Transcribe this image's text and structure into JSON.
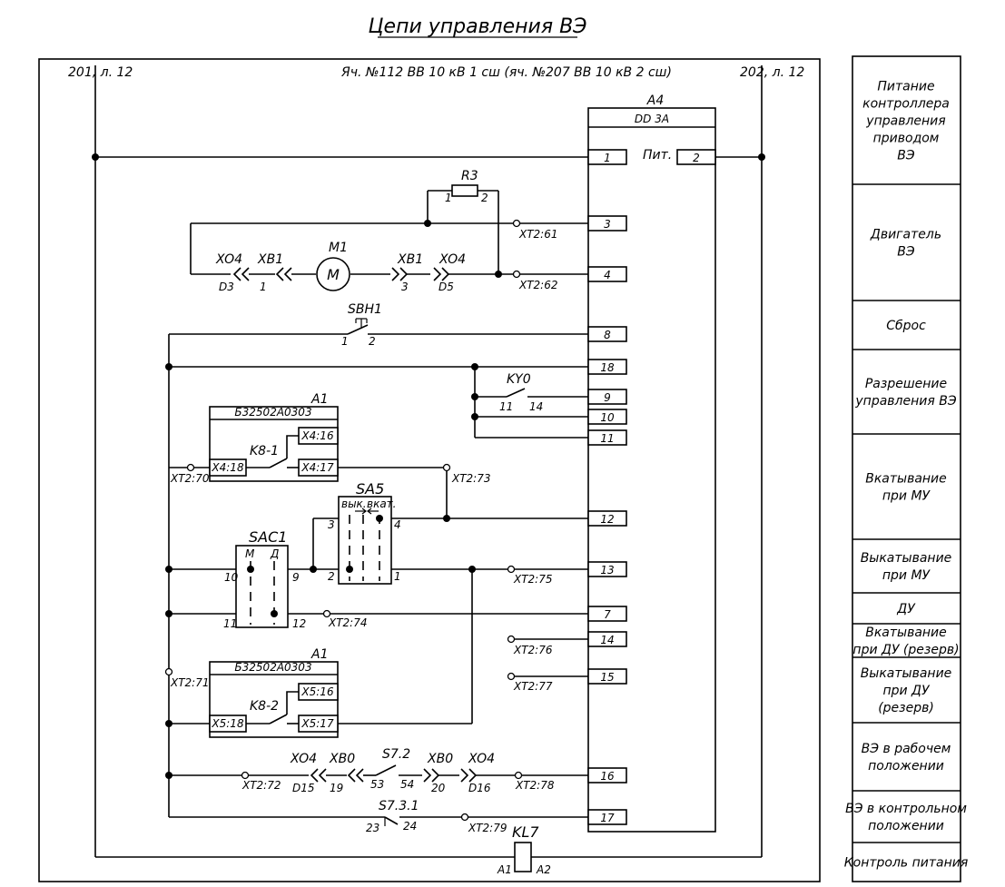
{
  "title": "Цепи управления ВЭ",
  "header": {
    "ref_left": "201, л. 12",
    "ref_right": "202, л. 12",
    "cell": "Яч. №112 ВВ 10 кВ 1 сш (яч. №207 ВВ 10 кВ 2 сш)"
  },
  "controller": {
    "designator": "A4",
    "model": "DD 3A",
    "power_label": "Пит.",
    "power_terminal": "2",
    "terminals": [
      "1",
      "3",
      "4",
      "8",
      "18",
      "9",
      "10",
      "11",
      "12",
      "13",
      "7",
      "14",
      "15",
      "16",
      "17"
    ]
  },
  "motor": {
    "designator": "M1",
    "symbol": "M"
  },
  "resistor": {
    "designator": "R3",
    "pin1": "1",
    "pin2": "2"
  },
  "connectors": {
    "xo4": "XO4",
    "xb1": "XB1",
    "xb0": "XB0",
    "d3": "D3",
    "p1": "1",
    "p3": "3",
    "d5": "D5",
    "d15": "D15",
    "p19": "19",
    "p20": "20",
    "d16": "D16"
  },
  "terminal_points": {
    "xt261": "XT2:61",
    "xt262": "XT2:62",
    "xt270": "XT2:70",
    "xt271": "XT2:71",
    "xt272": "XT2:72",
    "xt273": "XT2:73",
    "xt274": "XT2:74",
    "xt275": "XT2:75",
    "xt276": "XT2:76",
    "xt277": "XT2:77",
    "xt278": "XT2:78",
    "xt279": "XT2:79"
  },
  "sbh1": {
    "designator": "SBH1",
    "pin1": "1",
    "pin2": "2"
  },
  "ky0": {
    "designator": "KY0",
    "pin1": "11",
    "pin2": "14"
  },
  "a1_top": {
    "designator": "A1",
    "model": "Б32502A0303",
    "contact": "K8-1",
    "t_in": "X4:18",
    "t_a": "X4:16",
    "t_b": "X4:17"
  },
  "a1_bottom": {
    "designator": "A1",
    "model": "Б32502A0303",
    "contact": "K8-2",
    "t_in": "X5:18",
    "t_a": "X5:16",
    "t_b": "X5:17"
  },
  "sa5": {
    "designator": "SA5",
    "pos1": "вык.",
    "pos2": "вкат.",
    "p3": "3",
    "p4": "4",
    "p2": "2",
    "p1": "1"
  },
  "sac1": {
    "designator": "SAC1",
    "pos1": "М",
    "pos2": "Д",
    "p10": "10",
    "p9": "9",
    "p11": "11",
    "p12": "12"
  },
  "s72": {
    "designator": "S7.2",
    "pin1": "53",
    "pin2": "54"
  },
  "s731": {
    "designator": "S7.3.1",
    "pin1": "23",
    "pin2": "24"
  },
  "kl7": {
    "designator": "KL7",
    "pin1": "A1",
    "pin2": "A2"
  },
  "legend": [
    {
      "lines": [
        "Питание",
        "контроллера",
        "управления",
        "приводом",
        "ВЭ"
      ]
    },
    {
      "lines": [
        "Двигатель",
        "ВЭ"
      ]
    },
    {
      "lines": [
        "Сброс"
      ]
    },
    {
      "lines": [
        "Разрешение",
        "управления ВЭ"
      ]
    },
    {
      "lines": [
        "Вкатывание",
        "при МУ"
      ]
    },
    {
      "lines": [
        "Выкатывание",
        "при МУ"
      ]
    },
    {
      "lines": [
        "ДУ"
      ]
    },
    {
      "lines": [
        "Вкатывание",
        "при ДУ (резерв)"
      ]
    },
    {
      "lines": [
        "Выкатывание",
        "при ДУ",
        "(резерв)"
      ]
    },
    {
      "lines": [
        "ВЭ в рабочем",
        "положении"
      ]
    },
    {
      "lines": [
        "ВЭ в контрольном",
        "положении"
      ]
    },
    {
      "lines": [
        "Контроль питания"
      ]
    }
  ]
}
